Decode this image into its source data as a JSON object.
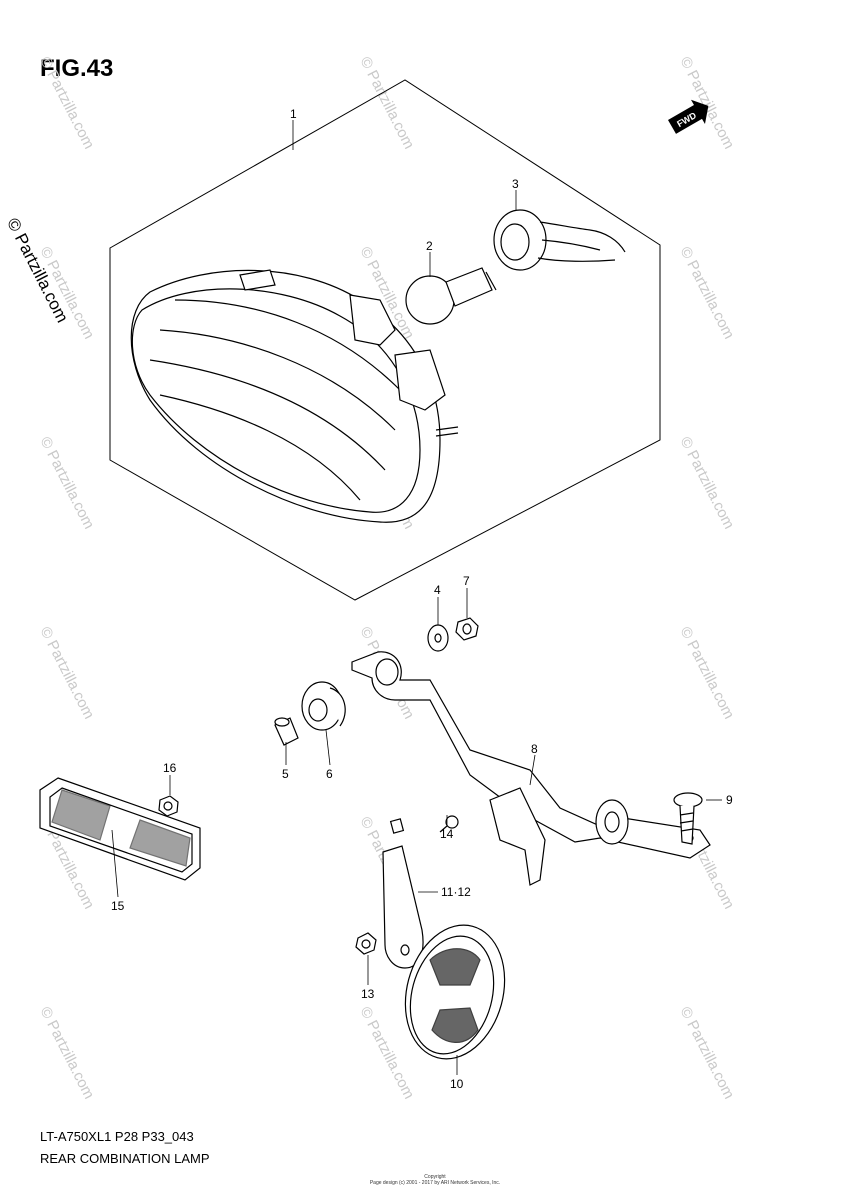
{
  "figure": {
    "title": "FIG.43",
    "model_code": "LT-A750XL1 P28 P33_043",
    "assembly_name": "REAR COMBINATION LAMP",
    "side_copyright": "© Partzilla.com",
    "footer_copyright_line1": "Copyright",
    "footer_copyright_line2": "Page design (c) 2001 - 2017 by ARI Network Services, Inc.",
    "fwd_label": "FWD",
    "watermark_text": "© Partzilla.com"
  },
  "callouts": [
    {
      "id": "1",
      "label": "1"
    },
    {
      "id": "2",
      "label": "2"
    },
    {
      "id": "3",
      "label": "3"
    },
    {
      "id": "4",
      "label": "4"
    },
    {
      "id": "5",
      "label": "5"
    },
    {
      "id": "6",
      "label": "6"
    },
    {
      "id": "7",
      "label": "7"
    },
    {
      "id": "8",
      "label": "8"
    },
    {
      "id": "9",
      "label": "9"
    },
    {
      "id": "10",
      "label": "10"
    },
    {
      "id": "11-12",
      "label": "11·12"
    },
    {
      "id": "13",
      "label": "13"
    },
    {
      "id": "14",
      "label": "14"
    },
    {
      "id": "15",
      "label": "15"
    },
    {
      "id": "16",
      "label": "16"
    }
  ]
}
